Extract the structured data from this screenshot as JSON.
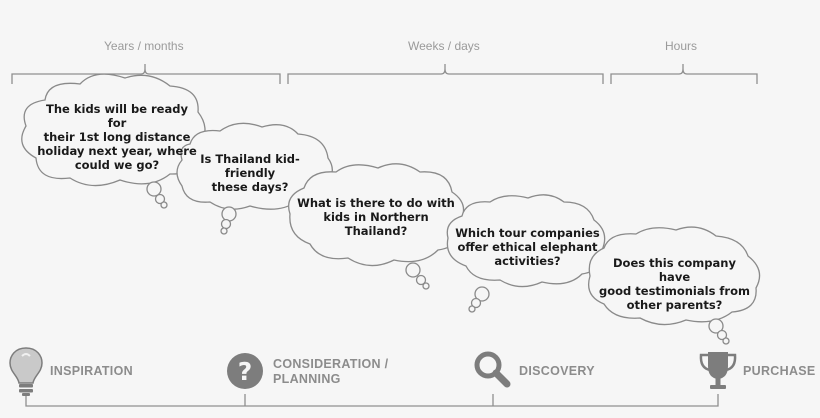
{
  "timeframes": {
    "years": "Years / months",
    "weeks": "Weeks / days",
    "hours": "Hours"
  },
  "thoughts": [
    "The kids will be ready for\ntheir 1st long distance\nholiday next year, where\ncould we go?",
    "Is Thailand kid-friendly\nthese days?",
    "What  is there to do with\nkids in Northern\nThailand?",
    "Which tour companies\noffer ethical elephant\nactivities?",
    "Does this company have\ngood testimonials from\nother parents?"
  ],
  "stages": [
    {
      "label": "INSPIRATION",
      "icon": "lightbulb-icon"
    },
    {
      "label": "CONSIDERATION /\nPLANNING",
      "icon": "question-icon"
    },
    {
      "label": "DISCOVERY",
      "icon": "magnifier-icon"
    },
    {
      "label": "PURCHASE",
      "icon": "trophy-icon"
    }
  ],
  "colors": {
    "background": "#f6f6f6",
    "line": "#8f8f8f",
    "icon": "#7d7d7d",
    "text": "#1a1a1a"
  }
}
